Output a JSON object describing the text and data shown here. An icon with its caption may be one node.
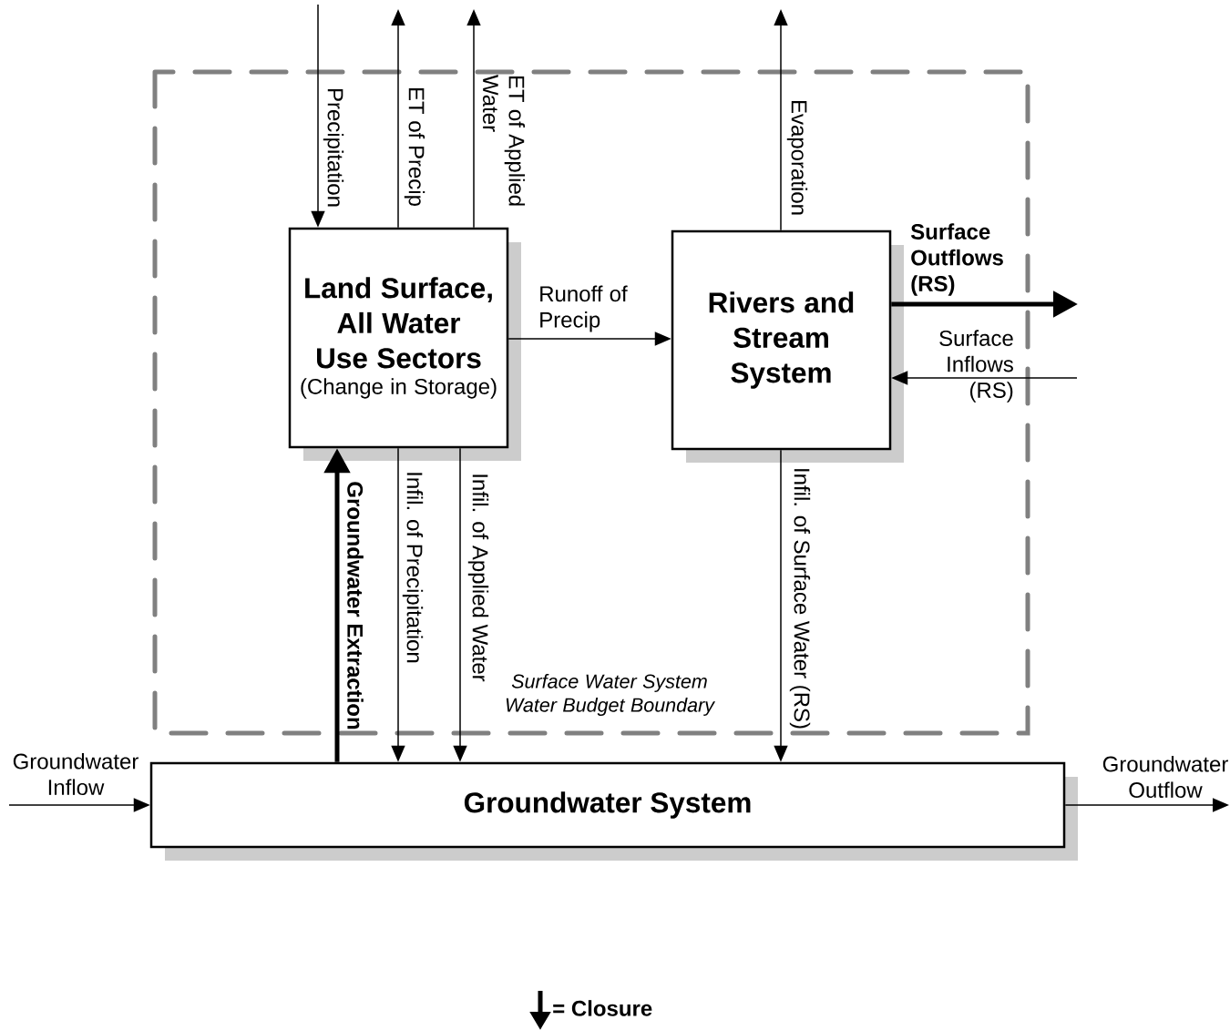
{
  "diagram": {
    "nodes": [
      {
        "text": [
          "Surface Water System Water Budget Boundary"
        ]
      },
      {
        "text": [
          "Land Surface, All Water Use Sectors",
          "(Change in Storage)"
        ],
        "in": 0
      },
      {
        "text": [
          "Rivers and Stream System"
        ],
        "in": 0
      },
      {
        "text": [
          "Groundwater System"
        ]
      }
    ],
    "edges": [
      {
        "from": null,
        "to": 1,
        "arrow": "to",
        "label": "Precipitation"
      },
      {
        "from": 1,
        "to": null,
        "arrow": "to",
        "label": "ET of Precip"
      },
      {
        "from": 1,
        "to": null,
        "arrow": "to",
        "label": "ET of Applied Water"
      },
      {
        "from": 1,
        "to": 2,
        "arrow": "to",
        "label": "Runoff of Precip"
      },
      {
        "from": 2,
        "to": null,
        "arrow": "to",
        "label": "Evaporation"
      },
      {
        "from": 2,
        "to": null,
        "arrow": "to",
        "label": "Surface Outflows (RS)",
        "style": "thick"
      },
      {
        "from": null,
        "to": 2,
        "arrow": "to",
        "label": "Surface Inflows (RS)"
      },
      {
        "from": 3,
        "to": 1,
        "arrow": "to",
        "label": "Groundwater Extraction",
        "style": "thick"
      },
      {
        "from": 1,
        "to": 3,
        "arrow": "to",
        "label": "Infil. of Precipitation"
      },
      {
        "from": 1,
        "to": 3,
        "arrow": "to",
        "label": "Infil. of Applied Water"
      },
      {
        "from": 2,
        "to": 3,
        "arrow": "to",
        "label": "Infil. of Surface Water (RS)"
      },
      {
        "from": null,
        "to": 3,
        "arrow": "to",
        "label": "Groundwater Inflow"
      },
      {
        "from": 3,
        "to": null,
        "arrow": "to",
        "label": "Groundwater Outflow"
      }
    ],
    "legend": [
      {
        "text": "= Closure"
      }
    ]
  }
}
